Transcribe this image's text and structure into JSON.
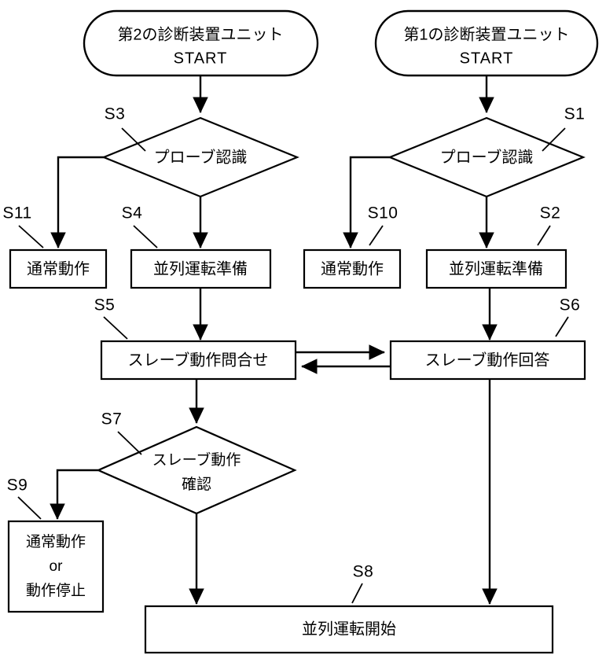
{
  "diagram": {
    "type": "flowchart",
    "title": "",
    "language": "ja",
    "background_color": "#ffffff",
    "line_color": "#000000"
  },
  "terminators": [
    {
      "id": "start2",
      "line1": "第2の診断装置ユニット",
      "line2": "START"
    },
    {
      "id": "start1",
      "line1": "第1の診断装置ユニット",
      "line2": "START"
    }
  ],
  "decisions": [
    {
      "id": "S3",
      "tag": "S3",
      "line1": "プローブ認識",
      "line2": ""
    },
    {
      "id": "S1",
      "tag": "S1",
      "line1": "プローブ認識",
      "line2": ""
    },
    {
      "id": "S7",
      "tag": "S7",
      "line1": "スレーブ動作",
      "line2": "確認"
    }
  ],
  "processes": [
    {
      "id": "S11",
      "tag": "S11",
      "line1": "通常動作",
      "line2": "",
      "line3": ""
    },
    {
      "id": "S4",
      "tag": "S4",
      "line1": "並列運転準備",
      "line2": "",
      "line3": ""
    },
    {
      "id": "S10",
      "tag": "S10",
      "line1": "通常動作",
      "line2": "",
      "line3": ""
    },
    {
      "id": "S2",
      "tag": "S2",
      "line1": "並列運転準備",
      "line2": "",
      "line3": ""
    },
    {
      "id": "S5",
      "tag": "S5",
      "line1": "スレーブ動作問合せ",
      "line2": "",
      "line3": ""
    },
    {
      "id": "S6",
      "tag": "S6",
      "line1": "スレーブ動作回答",
      "line2": "",
      "line3": ""
    },
    {
      "id": "S9",
      "tag": "S9",
      "line1": "通常動作",
      "line2": "or",
      "line3": "動作停止"
    },
    {
      "id": "S8",
      "tag": "S8",
      "line1": "並列運転開始",
      "line2": "",
      "line3": ""
    }
  ],
  "connections": [
    {
      "from": "start2",
      "to": "S3",
      "style": "arrow-down"
    },
    {
      "from": "start1",
      "to": "S1",
      "style": "arrow-down"
    },
    {
      "from": "S3",
      "to": "S11",
      "style": "left-then-down"
    },
    {
      "from": "S3",
      "to": "S4",
      "style": "arrow-down"
    },
    {
      "from": "S1",
      "to": "S10",
      "style": "left-then-down"
    },
    {
      "from": "S1",
      "to": "S2",
      "style": "arrow-down"
    },
    {
      "from": "S4",
      "to": "S5",
      "style": "arrow-down"
    },
    {
      "from": "S2",
      "to": "S6",
      "style": "arrow-down"
    },
    {
      "from": "S5",
      "to": "S6",
      "style": "arrow-right"
    },
    {
      "from": "S6",
      "to": "S5",
      "style": "arrow-left"
    },
    {
      "from": "S5",
      "to": "S7",
      "style": "arrow-down"
    },
    {
      "from": "S7",
      "to": "S9",
      "style": "left-then-down"
    },
    {
      "from": "S7",
      "to": "S8",
      "style": "arrow-down"
    },
    {
      "from": "S6",
      "to": "S8",
      "style": "arrow-down-long"
    }
  ]
}
